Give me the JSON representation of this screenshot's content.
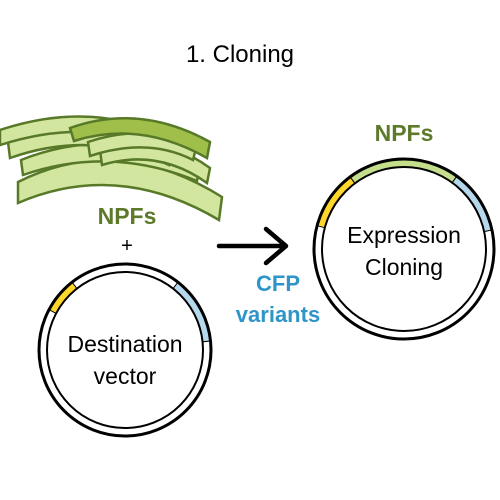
{
  "title": "1. Cloning",
  "fragments_label": "NPFs",
  "plus_sign": "+",
  "destination_vector": {
    "line1": "Destination",
    "line2": "vector"
  },
  "insert_label": {
    "line1": "CFP",
    "line2": "variants"
  },
  "product_top_label": "NPFs",
  "expression_vector": {
    "line1": "Expression",
    "line2": "Cloning"
  },
  "colors": {
    "fragment_fill": "#d2e6a0",
    "fragment_fill_dark": "#9fbf4a",
    "fragment_stroke": "#587a28",
    "npfs_text": "#5d7a2a",
    "cfp_text": "#2e95c8",
    "yellow_segment": "#ffd62a",
    "blue_segment": "#b5d8ec",
    "green_segment": "#c5de8c",
    "plasmid_stroke": "#000000",
    "text": "#000000"
  }
}
